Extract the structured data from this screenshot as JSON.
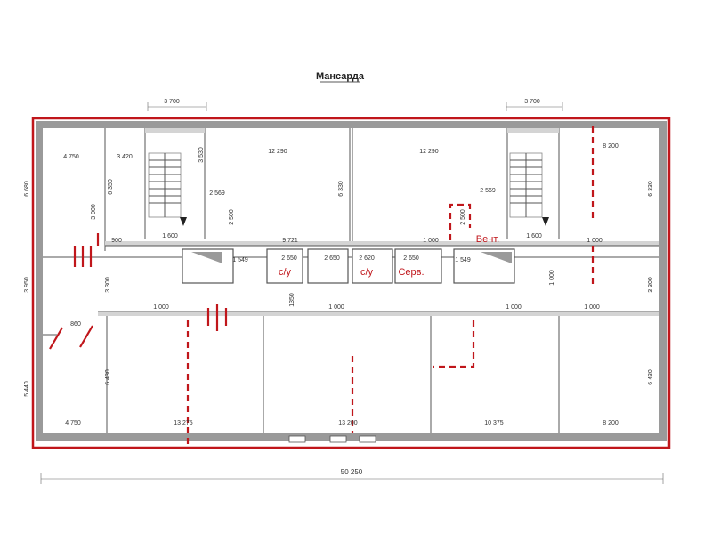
{
  "title": "Мансарда",
  "rooms": {
    "su1": "с/у",
    "su2": "с/у",
    "serv": "Серв.",
    "vent": "Вент."
  },
  "dims": {
    "top_left": "3 700",
    "top_right": "3 700",
    "total": "50 250",
    "d_4750_top": "4 750",
    "d_3420": "3 420",
    "d_3530": "3 530",
    "d_12290_a": "12 290",
    "d_12290_b": "12 290",
    "d_8200_top": "8 200",
    "d_6680": "6 680",
    "d_6350": "6 350",
    "d_3000": "3 000",
    "d_2569_a": "2 569",
    "d_2569_b": "2 569",
    "d_2500_a": "2 500",
    "d_2500_b": "2 500",
    "d_6330_a": "6 330",
    "d_6330_b": "6 330",
    "d_900": "900",
    "d_1600_a": "1 600",
    "d_1600_b": "1 600",
    "d_9721": "9 721",
    "d_1000_a": "1 000",
    "d_1000_b": "1 000",
    "d_1549_a": "1 549",
    "d_1549_b": "1 549",
    "d_2650_a": "2 650",
    "d_2650_b": "2 650",
    "d_2650_c": "2 650",
    "d_2620": "2 620",
    "d_3950": "3 950",
    "d_3300_a": "3 300",
    "d_3300_b": "3 300",
    "d_1350": "1350",
    "d_1000_c": "1 000",
    "d_1000_d": "1 000",
    "d_1000_e": "1 000",
    "d_1000_f": "1 000",
    "d_860": "860",
    "d_5440": "5 440",
    "d_6430_a": "6 430",
    "d_6430_b": "6 430",
    "d_4750_bot": "4 750",
    "d_13275_a": "13 275",
    "d_13200": "13 200",
    "d_10375": "10 375",
    "d_8200_bot": "8 200",
    "d_1000_g": "1 000"
  },
  "colors": {
    "red": "#c0161b",
    "wall": "#9a9a9a",
    "fill": "#d4d4d4"
  }
}
